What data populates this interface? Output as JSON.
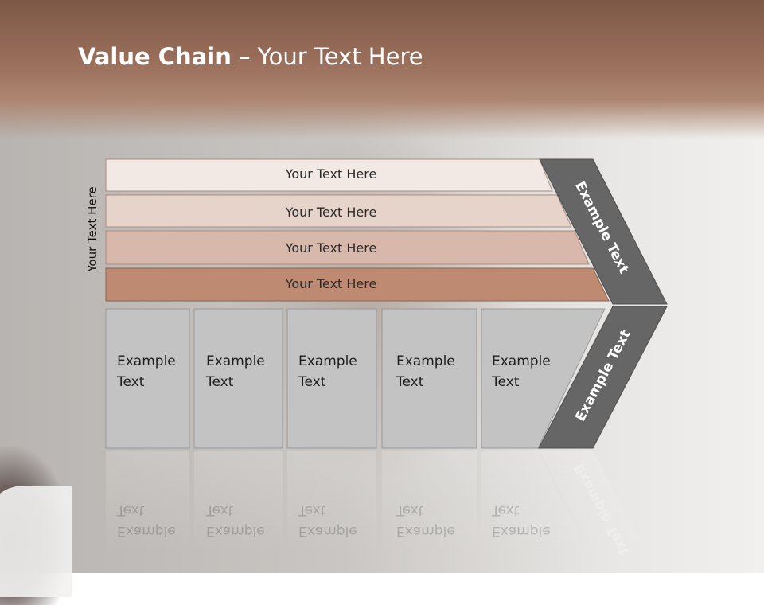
{
  "title": {
    "bold": "Value Chain",
    "rest": " – Your Text Here"
  },
  "side_label": "Your Text Here",
  "bars": [
    "Your Text Here",
    "Your Text Here",
    "Your Text Here",
    "Your Text Here"
  ],
  "columns": [
    {
      "line1": "Example",
      "line2": "Text"
    },
    {
      "line1": "Example",
      "line2": "Text"
    },
    {
      "line1": "Example",
      "line2": "Text"
    },
    {
      "line1": "Example",
      "line2": "Text"
    },
    {
      "line1": "Example",
      "line2": "Text"
    }
  ],
  "arrow": {
    "upper": "Example Text",
    "lower": "Example Text"
  },
  "colors": {
    "bar1": "#f2e8e4",
    "bar2": "#e6d3ca",
    "bar3": "#d8b8aa",
    "bar4": "#bf8a72",
    "column": "#c3c3c3",
    "arrow": "#666666",
    "title_band": "#8f6552"
  }
}
